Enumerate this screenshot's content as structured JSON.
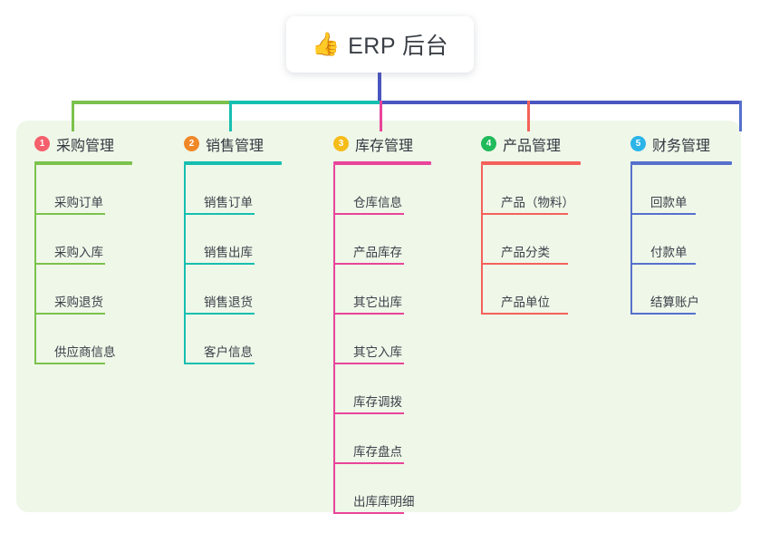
{
  "root": {
    "icon": "thumbs-up-icon",
    "icon_glyph": "👍",
    "title": "ERP 后台"
  },
  "theme": {
    "page_bg": "#ffffff",
    "panel_bg": "#eff7e9",
    "text": "#3c4149",
    "root_stem": "#4a56c0",
    "bus_green": "#7bc24c",
    "bus_teal": "#15bfb0",
    "bus_indigo": "#4a56c0"
  },
  "columns": [
    {
      "number": "1",
      "title": "采购管理",
      "badge_color": "#f4606c",
      "line_color": "#7bc24c",
      "stem_color": "#7bc24c",
      "rule_width": 108,
      "item_rule_width": 78,
      "items": [
        "采购订单",
        "采购入库",
        "采购退货",
        "供应商信息"
      ]
    },
    {
      "number": "2",
      "title": "销售管理",
      "badge_color": "#f08828",
      "line_color": "#15bfb0",
      "stem_color": "#15bfb0",
      "rule_width": 108,
      "item_rule_width": 78,
      "items": [
        "销售订单",
        "销售出库",
        "销售退货",
        "客户信息"
      ]
    },
    {
      "number": "3",
      "title": "库存管理",
      "badge_color": "#f5bc1a",
      "line_color": "#e8449a",
      "stem_color": "#e8449a",
      "rule_width": 108,
      "item_rule_width": 78,
      "items": [
        "仓库信息",
        "产品库存",
        "其它出库",
        "其它入库",
        "库存调拨",
        "库存盘点",
        "出库库明细"
      ]
    },
    {
      "number": "4",
      "title": "产品管理",
      "badge_color": "#20ba5a",
      "line_color": "#f4615a",
      "stem_color": "#f4615a",
      "rule_width": 110,
      "item_rule_width": 96,
      "items": [
        "产品（物料）",
        "产品分类",
        "产品单位"
      ]
    },
    {
      "number": "5",
      "title": "财务管理",
      "badge_color": "#2ab4e8",
      "line_color": "#5670cc",
      "stem_color": "#5670cc",
      "rule_width": 112,
      "item_rule_width": 72,
      "items": [
        "回款单",
        "付款单",
        "结算账户"
      ]
    }
  ]
}
